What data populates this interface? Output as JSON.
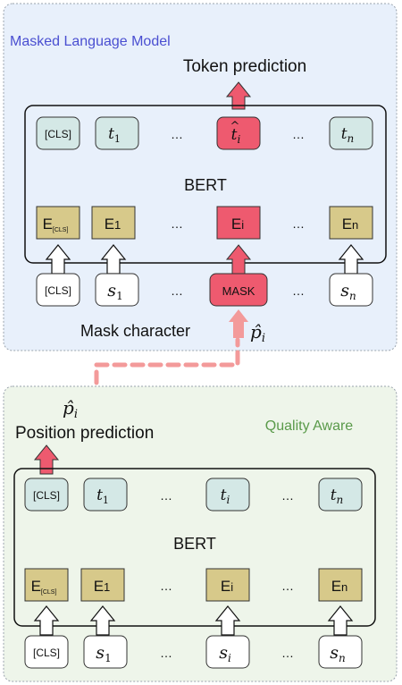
{
  "mlm": {
    "title": "Masked Language Model",
    "output_label": "Token prediction",
    "model_name": "BERT",
    "output_tokens": [
      "[CLS]",
      "t",
      "1",
      "…",
      "t",
      "i",
      "…",
      "t",
      "n"
    ],
    "embeddings": [
      "E",
      "[CLS]",
      "E",
      "1",
      "…",
      "E",
      "i",
      "…",
      "E",
      "n"
    ],
    "inputs": [
      "[CLS]",
      "s",
      "1",
      "…",
      "MASK",
      "…",
      "s",
      "n"
    ],
    "mask_label": "Mask character",
    "p_hat": "p̂",
    "p_sub": "i"
  },
  "qa": {
    "title": "Quality Aware",
    "output_label": "Position prediction",
    "model_name": "BERT",
    "output_tokens": [
      "[CLS]",
      "t",
      "1",
      "…",
      "t",
      "i",
      "…",
      "t",
      "n"
    ],
    "embeddings": [
      "E",
      "[CLS]",
      "E",
      "1",
      "…",
      "E",
      "i",
      "…",
      "E",
      "n"
    ],
    "inputs": [
      "[CLS]",
      "s",
      "1",
      "…",
      "s",
      "i",
      "…",
      "s",
      "n"
    ],
    "p_hat": "p̂",
    "p_sub": "i"
  },
  "colors": {
    "mlm_panel": "#e8f0fb",
    "qa_panel": "#eef5ea",
    "mlm_title": "#4a4fd1",
    "qa_title": "#5a9a4a",
    "output_box": "#d4e8e6",
    "embedding_box": "#d7c98a",
    "highlight": "#ee5a6f",
    "dashed": "#f39a9a"
  }
}
